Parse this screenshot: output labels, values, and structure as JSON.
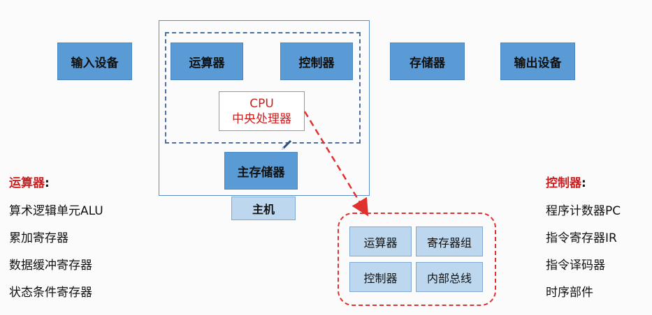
{
  "top_row": {
    "input_device": "输入设备",
    "alu": "运算器",
    "controller": "控制器",
    "storage": "存储器",
    "output_device": "输出设备"
  },
  "cpu": {
    "line1": "CPU",
    "line2": "中央处理器"
  },
  "main_memory": "主存储器",
  "host": "主机",
  "cpu_detail": {
    "alu": "运算器",
    "register_group": "寄存器组",
    "controller": "控制器",
    "internal_bus": "内部总线"
  },
  "left_panel": {
    "title": "运算器",
    "colon": ":",
    "items": [
      "算术逻辑单元ALU",
      "累加寄存器",
      "数据缓冲寄存器",
      "状态条件寄存器"
    ]
  },
  "right_panel": {
    "title": "控制器",
    "colon": ":",
    "items": [
      "程序计数器PC",
      "指令寄存器IR",
      "指令译码器",
      "时序部件"
    ]
  },
  "colors": {
    "box_blue": "#5b9bd5",
    "box_light": "#bdd7ee",
    "accent_red": "#e03131"
  }
}
